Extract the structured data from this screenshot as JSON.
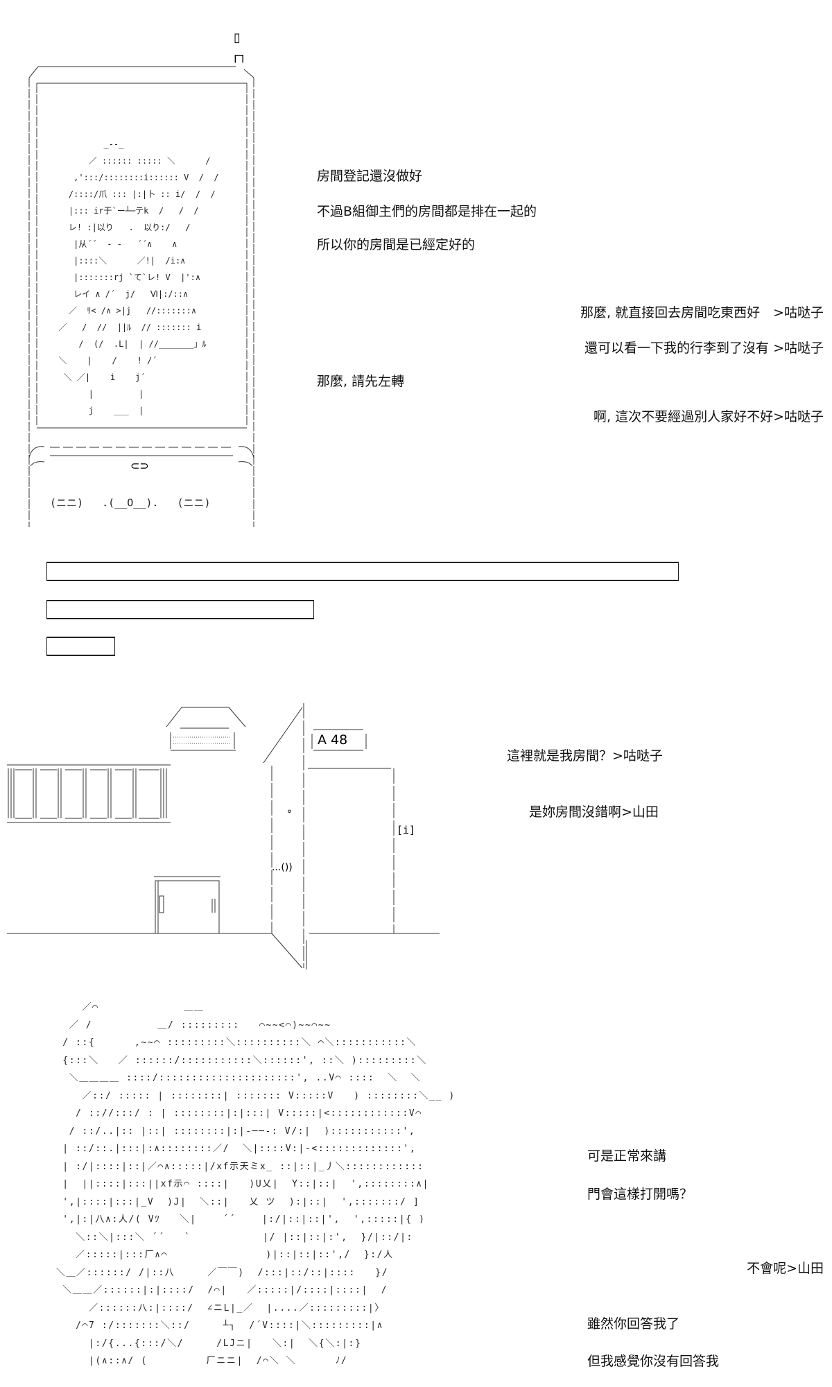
{
  "phone_panel": {
    "antenna_top": "▯",
    "antenna_base": "┌┐",
    "face_art": [
      "           _‐‐_",
      "        ／ :::::: ::::: ＼      /",
      "     ,':::/::::::::i:::::: V  /  /",
      "    /::::/爪 ::: |:|卜 :: i/  /  /",
      "    |::: ir于`ー┴─テk  /   /  /",
      "    レ! :|以り   .  以り:/   /",
      "     |从´´  ‐ ‐   ´´∧    ∧",
      "     |::::＼      ／!|  /i:∧",
      "     |:::::::rj `て`レ! V  |':∧",
      "     レイ ∧ /´  j/   Ⅵ|:/::∧",
      "    ／  ﾘ< /∧ >|j   //:::::::∧",
      "  ／   /  //  ||ﾙ  // ::::::: i",
      "      /  (/  .L|  | //_______」ﾙ",
      "  ＼    |    /    ! /´",
      "   ＼ ／|    i    j´",
      "        |         |",
      "        j    ___  |"
    ],
    "earpiece": "⊂⊃",
    "keypad": "(ニニ)   .(__O__).   (ニニ)"
  },
  "dialogue_1": [
    {
      "text": "房間登記還沒做好",
      "align": "left"
    },
    {
      "text": "不過B組御主們的房間都是排在一起的",
      "align": "left"
    },
    {
      "text": "所以你的房間是已經定好的",
      "align": "left"
    },
    {
      "text": "那麼, 就直接回去房間吃東西好　>咕哒子",
      "align": "right"
    },
    {
      "text": "還可以看一下我的行李到了沒有 >咕哒子",
      "align": "right"
    },
    {
      "text": "那麼, 請先左轉",
      "align": "left"
    },
    {
      "text": "啊, 這次不要經過別人家好不好>咕哒子",
      "align": "right"
    }
  ],
  "room_scene": {
    "room_number": "A 48",
    "door_sign": "[i]",
    "door_knob": "°",
    "door_handle": "...())"
  },
  "dialogue_2": [
    {
      "text": "這裡就是我房間？>咕哒子"
    },
    {
      "text": "是妳房間沒錯啊>山田"
    }
  ],
  "character_art": [
    "      ／⌒             ＿＿",
    "    ／ /          ＿/ :::::::::   ⌒~~<⌒)~~⌒~~",
    "   / ::{      ,~~⌒ :::::::::＼::::::::::＼ ⌒＼:::::::::::＼",
    "   {:::＼   ／ ::::::/:::::::::::＼::::::', ::＼ ):::::::::＼",
    "    ＼＿＿＿＿ ::::/:::::::::::::::::::::', ..V⌒ ::::  ＼  ＼",
    "      ／::/ ::::: | ::::::::| ::::::: V:::::V   ) ::::::::＼__ )",
    "     / :://:::/ : | ::::::::|:|:::| V:::::|<::::::::::::V⌒",
    "    / ::/..|:: |::| ::::::::|:|‐──‐: V/:|  ):::::::::::',",
    "   | ::/::.|:::|:∧::::::::／/  ＼|::::V:|‐<:::::::::::::',",
    "   | :/|::::|::|／⌒∧:::::|/xf示天ミx_ ::|::|_丿＼::::::::::::",
    "   |  ||::::|:::||xf示⌒ ::::|   )U乂|  Y::|::|  ',::::::::∧|",
    "   ',|::::|:::|_V  )J|  ＼::|   乂 ツ  ):|::|  ',:::::::/ ]",
    "   ',|:|八∧:人/( Vﾂ   ＼|    ´´    |:/|::|::|',  ',:::::|{ )",
    "     ＼::＼|:::＼ ´´   `           |/ |::|::|:',  }/|::/|:",
    "     ／:::::|:::厂∧⌒               )|::|::|::',/  }:/人",
    "  ＼＿／::::::/ /|::八     ／￣￣)  /:::|::/::|::::   }/",
    "   ＼＿＿／::::::|:|::::/  /⌒|   ／:::::|/::::|::::|  /",
    "       ／::::::八:|::::/  ∠ニL|_／  |....／:::::::::|〉",
    "     /⌒7 :/:::::::＼::/     ┴┐  /´V::::|＼:::::::::|∧",
    "       |:/{...{:::/＼/     /LJニ|   ＼:|  ＼{＼:|:}",
    "       |(∧::∧/ (         厂ニニ|  /⌒＼ ＼      ﾉ/"
  ],
  "dialogue_3": [
    {
      "text": "可是正常來講"
    },
    {
      "text": "門會這樣打開嗎？"
    },
    {
      "text": "不會呢>山田"
    },
    {
      "text": "雖然你回答我了"
    },
    {
      "text": "但我感覺你沒有回答我"
    }
  ]
}
